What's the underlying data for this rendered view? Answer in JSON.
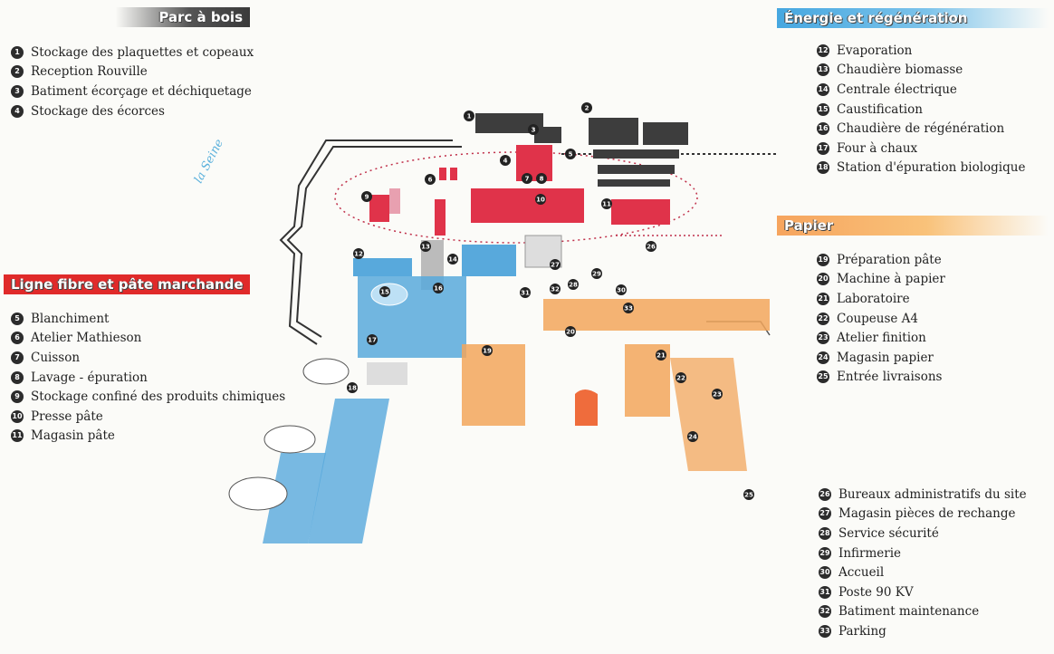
{
  "sections": {
    "parc_a_bois": {
      "title": "Parc à bois",
      "items": [
        {
          "n": "1",
          "label": "Stockage des plaquettes et copeaux"
        },
        {
          "n": "2",
          "label": "Reception Rouville"
        },
        {
          "n": "3",
          "label": "Batiment écorçage et déchiquetage"
        },
        {
          "n": "4",
          "label": "Stockage des écorces"
        }
      ]
    },
    "energie": {
      "title": "Énergie et régénération",
      "items": [
        {
          "n": "12",
          "label": "Evaporation"
        },
        {
          "n": "13",
          "label": "Chaudière biomasse"
        },
        {
          "n": "14",
          "label": "Centrale électrique"
        },
        {
          "n": "15",
          "label": "Caustification"
        },
        {
          "n": "16",
          "label": "Chaudière de régénération"
        },
        {
          "n": "17",
          "label": "Four à chaux"
        },
        {
          "n": "18",
          "label": "Station d'épuration biologique"
        }
      ]
    },
    "ligne_fibre": {
      "title": "Ligne fibre et pâte marchande",
      "items": [
        {
          "n": "5",
          "label": "Blanchiment"
        },
        {
          "n": "6",
          "label": "Atelier Mathieson"
        },
        {
          "n": "7",
          "label": "Cuisson"
        },
        {
          "n": "8",
          "label": "Lavage - épuration"
        },
        {
          "n": "9",
          "label": "Stockage confiné des produits chimiques"
        },
        {
          "n": "10",
          "label": "Presse pâte"
        },
        {
          "n": "11",
          "label": "Magasin pâte"
        }
      ]
    },
    "papier": {
      "title": "Papier",
      "items": [
        {
          "n": "19",
          "label": "Préparation pâte"
        },
        {
          "n": "20",
          "label": "Machine à papier"
        },
        {
          "n": "21",
          "label": "Laboratoire"
        },
        {
          "n": "22",
          "label": "Coupeuse A4"
        },
        {
          "n": "23",
          "label": "Atelier finition"
        },
        {
          "n": "24",
          "label": "Magasin papier"
        },
        {
          "n": "25",
          "label": "Entrée livraisons"
        }
      ]
    },
    "site": {
      "items": [
        {
          "n": "26",
          "label": "Bureaux administratifs du site"
        },
        {
          "n": "27",
          "label": "Magasin pièces de rechange"
        },
        {
          "n": "28",
          "label": "Service sécurité"
        },
        {
          "n": "29",
          "label": "Infirmerie"
        },
        {
          "n": "30",
          "label": "Accueil"
        },
        {
          "n": "31",
          "label": "Poste 90 KV"
        },
        {
          "n": "32",
          "label": "Batiment maintenance"
        },
        {
          "n": "33",
          "label": "Parking"
        }
      ]
    }
  },
  "map": {
    "river_label": "la Seine",
    "colors": {
      "parc_a_bois": "#3d3d3d",
      "ligne_fibre": "#e0334a",
      "energie": "#58a9dc",
      "papier": "#f2a65c"
    }
  }
}
